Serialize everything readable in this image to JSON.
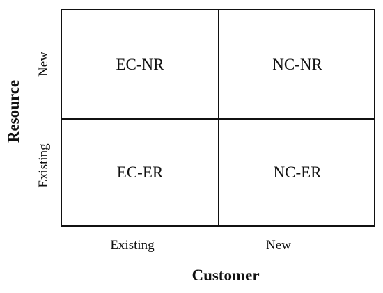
{
  "matrix": {
    "cells": {
      "top_left": "EC-NR",
      "top_right": "NC-NR",
      "bottom_left": "EC-ER",
      "bottom_right": "NC-ER"
    }
  },
  "x_axis": {
    "label": "Customer",
    "ticks": [
      "Existing",
      "New"
    ]
  },
  "y_axis": {
    "label": "Resource",
    "ticks": [
      "New",
      "Existing"
    ]
  }
}
